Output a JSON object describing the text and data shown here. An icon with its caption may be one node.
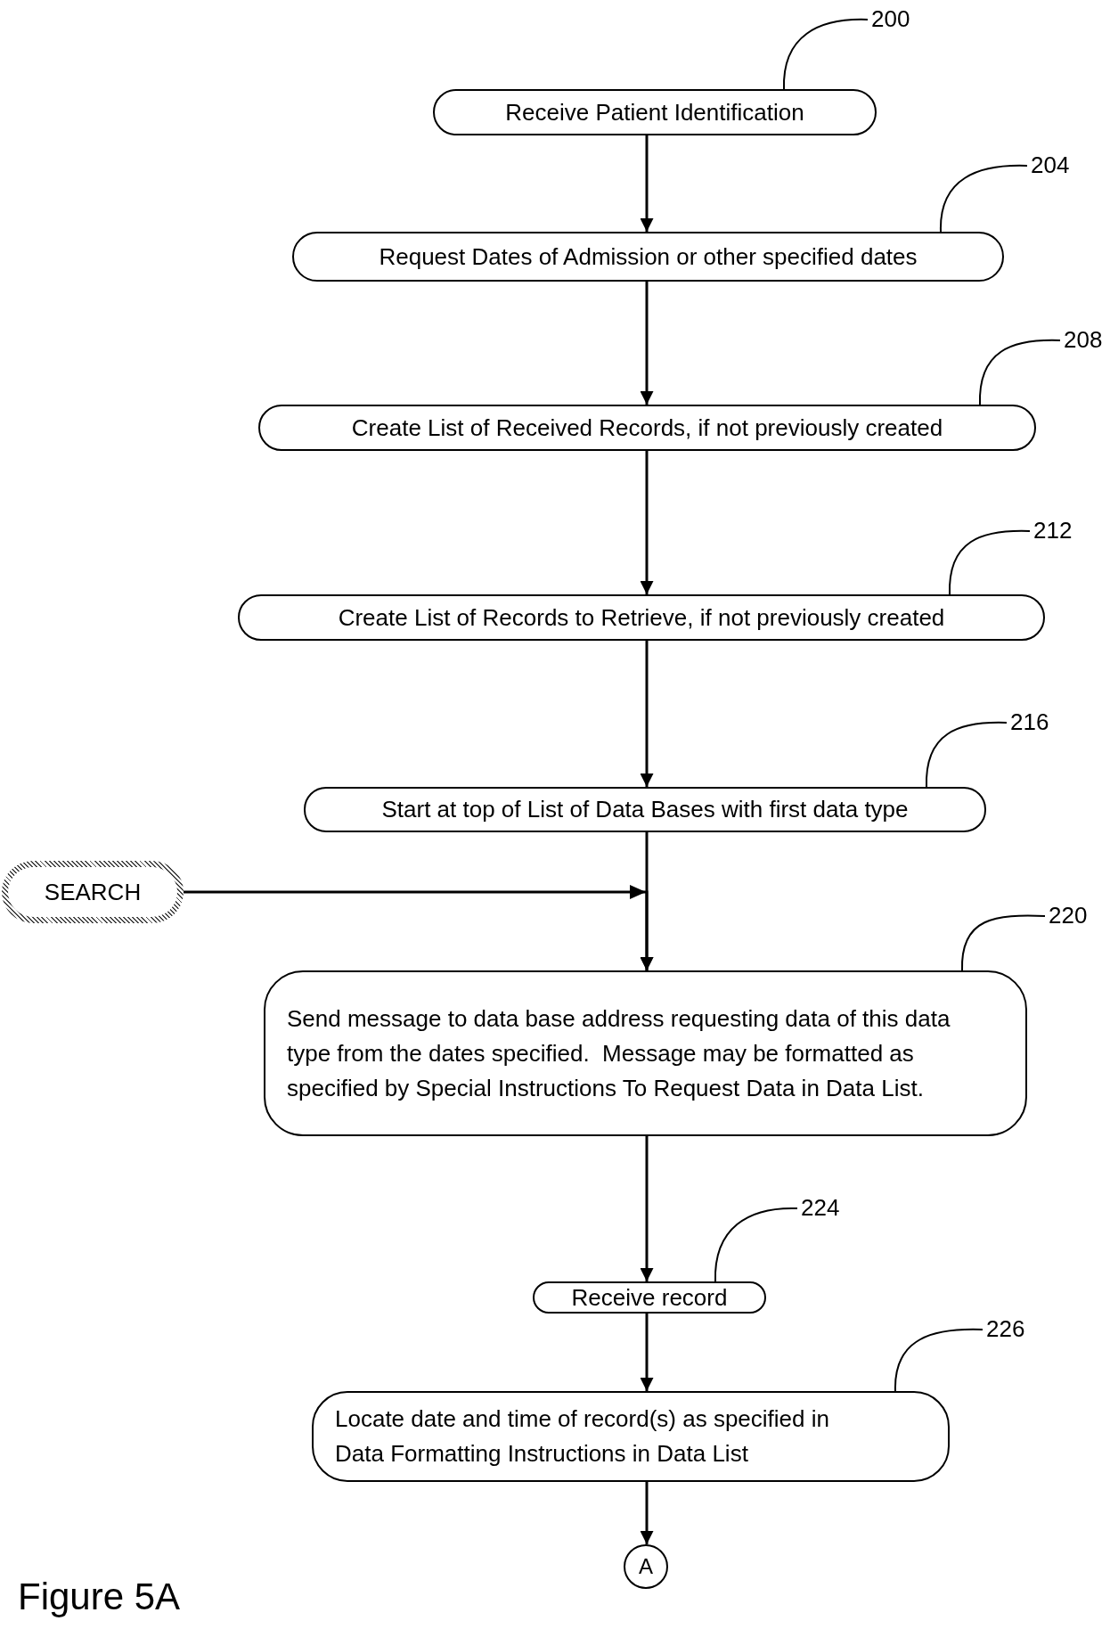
{
  "diagram": {
    "caption": "Figure 5A",
    "nodes": [
      {
        "text": [
          "200"
        ]
      },
      {
        "text": [
          "Receive Patient Identification"
        ]
      },
      {
        "text": [
          "204"
        ]
      },
      {
        "text": [
          "Request Dates of Admission or other specified dates"
        ]
      },
      {
        "text": [
          "208"
        ]
      },
      {
        "text": [
          "Create List of Received Records, if not previously created"
        ]
      },
      {
        "text": [
          "212"
        ]
      },
      {
        "text": [
          "Create List of Records to Retrieve, if not previously created"
        ]
      },
      {
        "text": [
          "216"
        ]
      },
      {
        "text": [
          "Start at top of List of Data Bases with first data type"
        ]
      },
      {
        "text": [
          "SEARCH"
        ]
      },
      {
        "text": [
          "220"
        ]
      },
      {
        "text": [
          "Send message to data base address requesting data of this data type from the dates specified.  Message may be formatted as specified by Special Instructions To Request Data in Data List."
        ]
      },
      {
        "text": [
          "224"
        ]
      },
      {
        "text": [
          "Receive record"
        ]
      },
      {
        "text": [
          "226"
        ]
      },
      {
        "text": [
          "Locate date and time of record(s) as specified in Data Formatting Instructions in Data List"
        ]
      },
      {
        "text": [
          "A"
        ]
      }
    ],
    "edges": [
      {
        "from": 1,
        "to": 3,
        "arrow": "to"
      },
      {
        "from": 3,
        "to": 5,
        "arrow": "to"
      },
      {
        "from": 5,
        "to": 7,
        "arrow": "to"
      },
      {
        "from": 7,
        "to": 9,
        "arrow": "to"
      },
      {
        "from": 9,
        "to": 12,
        "arrow": "to"
      },
      {
        "from": 10,
        "to": 12,
        "arrow": "to"
      },
      {
        "from": 12,
        "to": 14,
        "arrow": "to"
      },
      {
        "from": 14,
        "to": 16,
        "arrow": "to"
      },
      {
        "from": 16,
        "to": 17,
        "arrow": "to"
      },
      {
        "from": 0,
        "to": 1,
        "arrow": "none"
      },
      {
        "from": 2,
        "to": 3,
        "arrow": "none"
      },
      {
        "from": 4,
        "to": 5,
        "arrow": "none"
      },
      {
        "from": 6,
        "to": 7,
        "arrow": "none"
      },
      {
        "from": 8,
        "to": 9,
        "arrow": "none"
      },
      {
        "from": 11,
        "to": 12,
        "arrow": "none"
      },
      {
        "from": 13,
        "to": 14,
        "arrow": "none"
      },
      {
        "from": 15,
        "to": 16,
        "arrow": "none"
      }
    ]
  }
}
